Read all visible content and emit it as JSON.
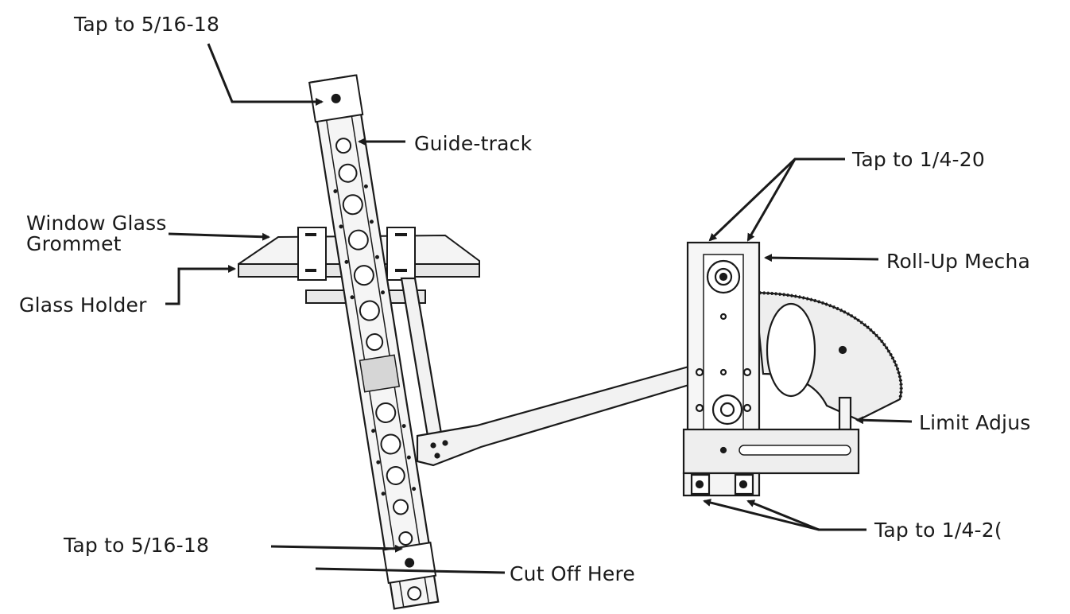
{
  "labels": {
    "tap_top": "Tap to 5/16-18",
    "guide_track": "Guide-track",
    "window_glass_line1": "Window Glass",
    "window_glass_line2": "Grommet",
    "glass_holder": "Glass Holder",
    "tap_upper_right": "Tap to 1/4-20",
    "roll_up": "Roll-Up Mecha",
    "limit_adjust": "Limit Adjus",
    "tap_lower_right": "Tap to 1/4-2(",
    "tap_bottom": "Tap to 5/16-18",
    "cut_off": "Cut Off Here"
  },
  "colors": {
    "ink": "#1a1a1a",
    "paper": "#ffffff",
    "metal": "#f4f4f4",
    "shade": "#cfcfcf"
  }
}
